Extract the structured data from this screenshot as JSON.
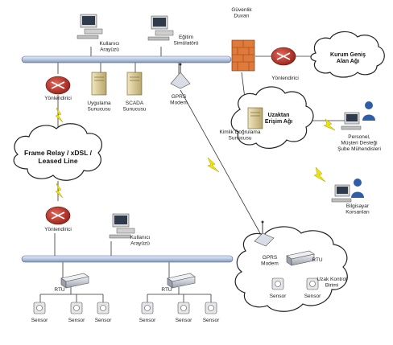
{
  "colors": {
    "bus": "#c9d5ea",
    "bus_stroke": "#4a5f86",
    "router": "#c0392b",
    "firewall": "#e07a3a",
    "bolt": "#f2e600",
    "cloud_stroke": "#222222"
  },
  "labels": {
    "kullanici_arayuzu_top": "Kullanıcı\nArayüzü",
    "egitim_simulatoru": "Eğitim\nSimülatörü",
    "guvenlik_duvari": "Güvenlik\nDuvarı",
    "yonlendirici_right": "Yönlendirici",
    "kurum_genis_alan_agi": "Kurum Geniş\nAlan Ağı",
    "yonlendirici_left": "Yönlendirici",
    "uygulama_sunucusu": "Uygulama\nSunucusu",
    "scada_sunucusu": "SCADA\nSunucusu",
    "gprs_modem_top": "GPRS\nModem",
    "uzaktan_erisim_agi": "Uzaktan\nErişim Ağı",
    "kimlik_dogrulama_sunucusu": "Kimlik Doğrulama\nSunucusu",
    "personel": "Personel,\nMüşteri Desteği\nŞube Mühendisleri",
    "frame_relay": "Frame Relay / xDSL /\nLeased Line",
    "bilgisayar_korsanlari": "Bilgisayar\nKorsanları",
    "yonlendirici_mid": "Yönlendirici",
    "kullanici_arayuzu_mid": "Kullanıcı\nArayüzü",
    "gprs_modem_bottom": "GPRS\nModem",
    "rtu_bottom_right": "RTU",
    "uzak_kontrol_birimi": "Uzak Kontrol\nBirimi",
    "rtu_left": "RTU",
    "rtu_mid": "RTU",
    "sensor": "Sensor"
  }
}
